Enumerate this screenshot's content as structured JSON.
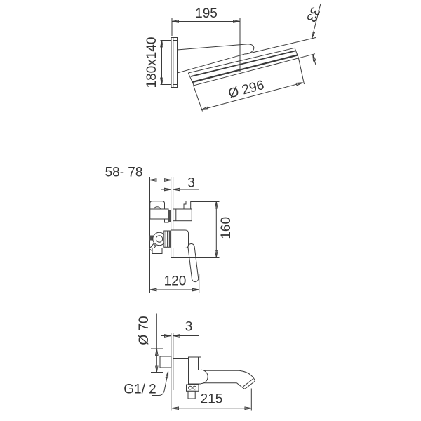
{
  "colors": {
    "line": "#3b3b3b",
    "text": "#333333",
    "background": "#ffffff"
  },
  "dimensions": {
    "top_view": {
      "projection": "195",
      "lip_offset": "33",
      "plate": "180x140",
      "width_diameter": "Ø 296"
    },
    "middle_view": {
      "recess_depth": "58- 78",
      "plate_gap": "3",
      "height": "160",
      "width": "120"
    },
    "bottom_view": {
      "flange_diameter": "Ø 70",
      "plate_gap": "3",
      "thread": "G1/ 2",
      "projection": "215"
    }
  }
}
